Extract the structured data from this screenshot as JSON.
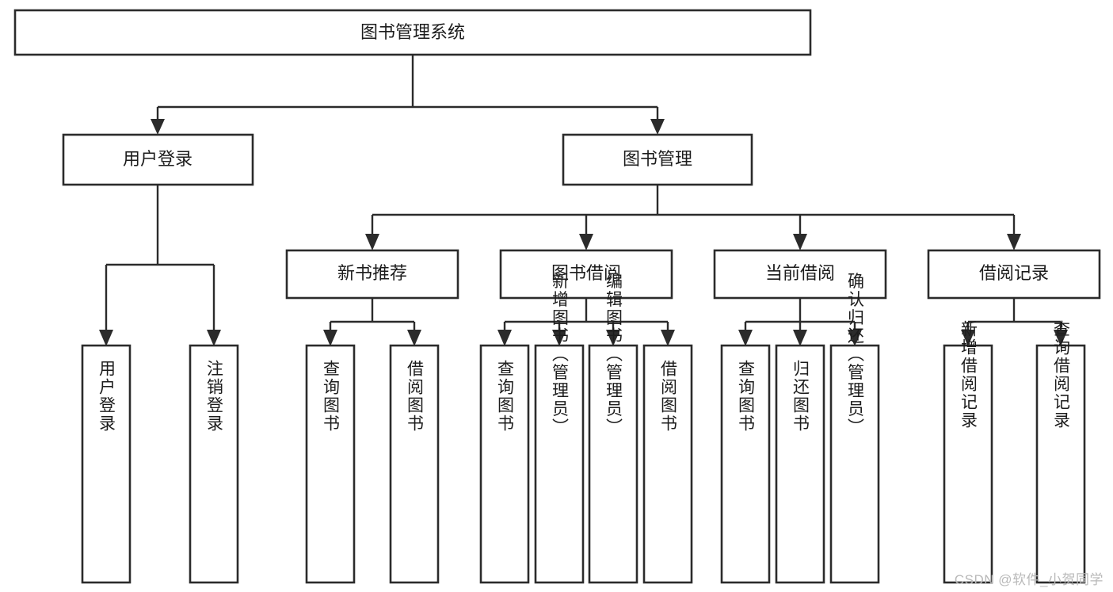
{
  "diagram": {
    "type": "hierarchy-tree",
    "title": "图书管理系统",
    "watermark": "CSDN @软件_小贺同学",
    "colors": {
      "stroke": "#2b2b2b",
      "fill": "#ffffff",
      "text": "#1c1c1c",
      "watermark": "#b9b9b9"
    },
    "root": {
      "label": "图书管理系统"
    },
    "level2": [
      {
        "label": "用户登录"
      },
      {
        "label": "图书管理"
      }
    ],
    "level3": [
      {
        "label": "新书推荐"
      },
      {
        "label": "图书借阅"
      },
      {
        "label": "当前借阅"
      },
      {
        "label": "借阅记录"
      }
    ],
    "leaves": {
      "user_login": [
        {
          "label": "用户登录"
        },
        {
          "label": "注销登录"
        }
      ],
      "new_book_recommend": [
        {
          "label": "查询图书"
        },
        {
          "label": "借阅图书"
        }
      ],
      "book_borrow": [
        {
          "label": "查询图书"
        },
        {
          "label": "新增图书（管理员）"
        },
        {
          "label": "编辑图书（管理员）"
        },
        {
          "label": "借阅图书"
        }
      ],
      "current_borrow": [
        {
          "label": "查询图书"
        },
        {
          "label": "归还图书"
        },
        {
          "label": "确认归还（管理员）"
        }
      ],
      "borrow_record": [
        {
          "label": "新增借阅记录"
        },
        {
          "label": "查询借阅记录"
        }
      ]
    }
  }
}
